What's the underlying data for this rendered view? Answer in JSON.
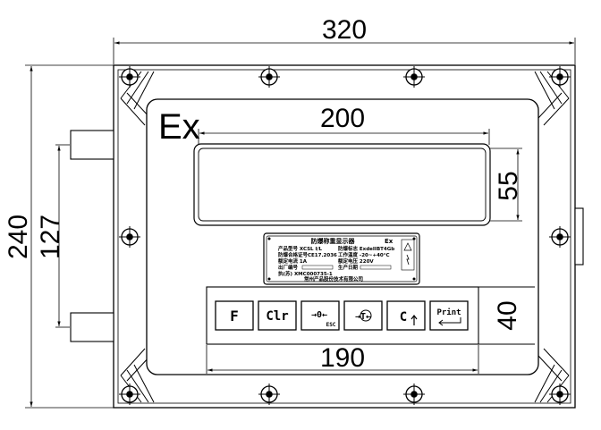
{
  "dimensions": {
    "total_width": "320",
    "total_height": "240",
    "inner_height": "127",
    "display_width": "200",
    "display_height": "55",
    "keypad_width": "190",
    "keypad_height": "40"
  },
  "ex_mark": "Ex",
  "keypad": {
    "keys": [
      {
        "label": "F",
        "icon": "f-key"
      },
      {
        "label": "Clr",
        "icon": "clear-key"
      },
      {
        "label": "→0←",
        "sub": "ESC",
        "icon": "zero-key"
      },
      {
        "label": "→T←",
        "icon": "tare-key"
      },
      {
        "label": "C",
        "icon": "c-arrow-key"
      },
      {
        "label": "Print",
        "icon": "print-key"
      }
    ]
  },
  "nameplate": {
    "title": "防爆称重显示器",
    "ex": "Ex",
    "lines": [
      "产品型号 XCSL I/L",
      "防爆合格证号CE17.2036",
      "额定电流 1A",
      "出厂编号",
      "执(苏)  XMC000735-1",
      "常州产品股份技术有限公司"
    ],
    "right_lines": [
      "防爆标志 ExdeIIBT4Gb",
      "工作温度 -20~+40°C",
      "额定电压 220V",
      "生产日期"
    ]
  }
}
